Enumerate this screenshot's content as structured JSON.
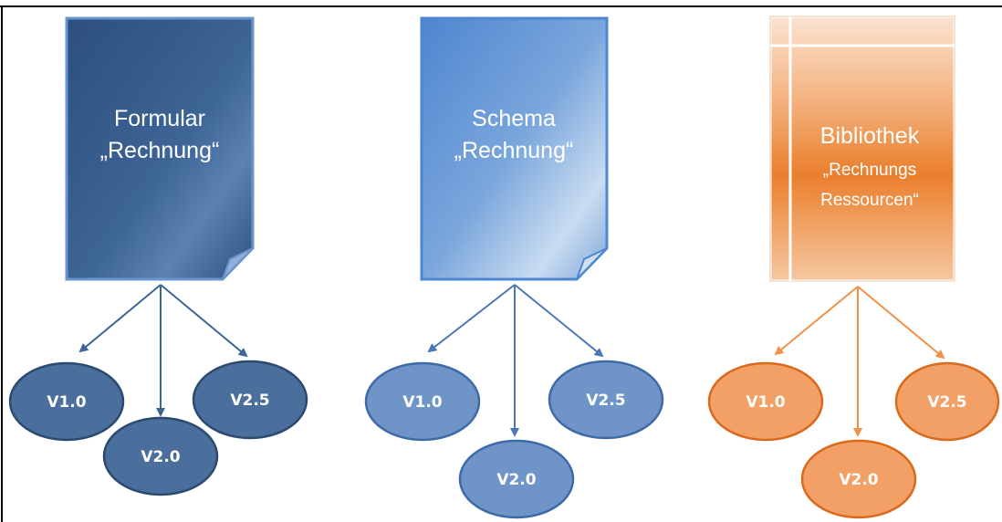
{
  "colors": {
    "formular": "#3d6596",
    "schema": "#6f9bd2",
    "bibliothek": "#ec7c30",
    "frame": "#000000"
  },
  "groups": [
    {
      "id": "formular",
      "title_line1": "Formular",
      "title_line2": "„Rechnung“",
      "versions": [
        "V1.0",
        "V2.0",
        "V2.5"
      ]
    },
    {
      "id": "schema",
      "title_line1": "Schema",
      "title_line2": "„Rechnung“",
      "versions": [
        "V1.0",
        "V2.0",
        "V2.5"
      ]
    },
    {
      "id": "bibliothek",
      "title_line1": "Bibliothek",
      "title_line2": "„Rechnungs",
      "title_line3": "Ressourcen“",
      "versions": [
        "V1.0",
        "V2.0",
        "V2.5"
      ]
    }
  ]
}
